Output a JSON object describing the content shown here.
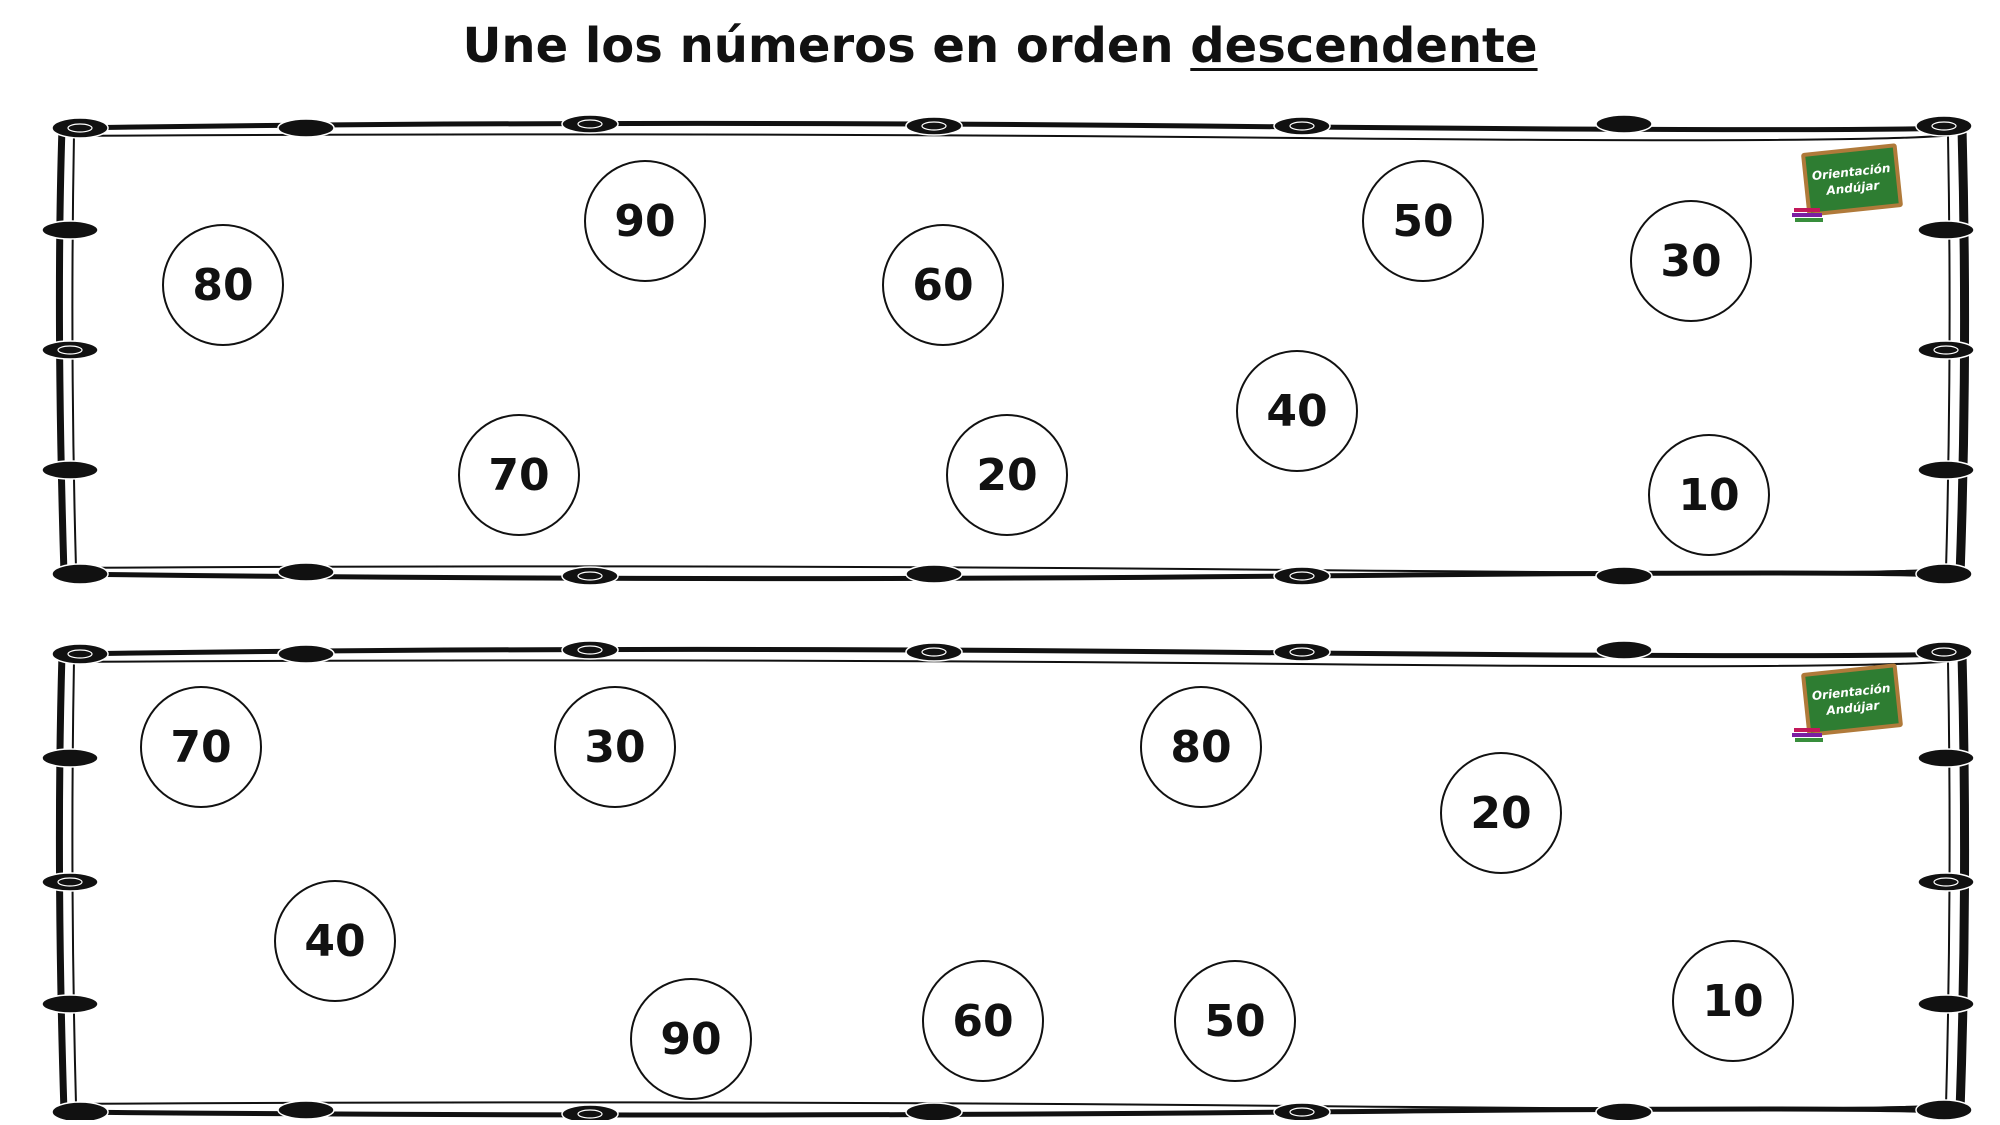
{
  "title": {
    "prefix": "Une los números en orden ",
    "emphasis": "descendente"
  },
  "badge": {
    "line1": "Orientación",
    "line2": "Andújar"
  },
  "panels": [
    {
      "circles": [
        {
          "label": "80"
        },
        {
          "label": "90"
        },
        {
          "label": "60"
        },
        {
          "label": "50"
        },
        {
          "label": "30"
        },
        {
          "label": "40"
        },
        {
          "label": "70"
        },
        {
          "label": "20"
        },
        {
          "label": "10"
        }
      ]
    },
    {
      "circles": [
        {
          "label": "70"
        },
        {
          "label": "30"
        },
        {
          "label": "80"
        },
        {
          "label": "20"
        },
        {
          "label": "40"
        },
        {
          "label": "10"
        },
        {
          "label": "90"
        },
        {
          "label": "60"
        },
        {
          "label": "50"
        }
      ]
    }
  ],
  "colors": {
    "frame": "#111111",
    "board": "#2e7d32",
    "board_border": "#b07a3a"
  }
}
